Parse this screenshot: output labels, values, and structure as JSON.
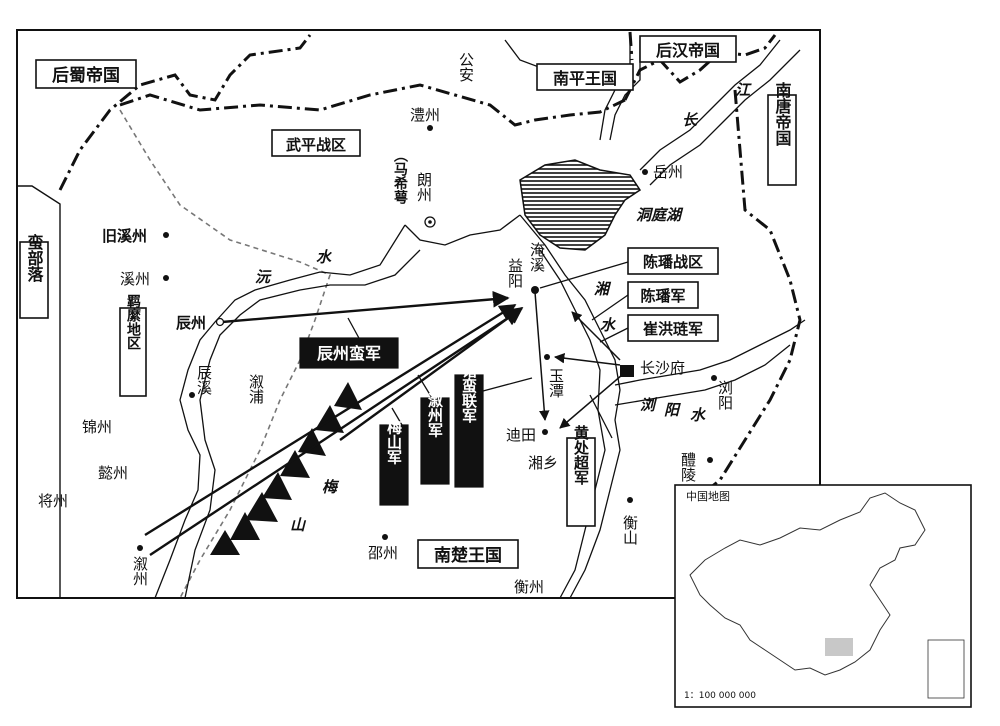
{
  "states": {
    "later_shu": "后蜀帝国",
    "nanping": "南平王国",
    "later_han": "后汉帝国",
    "southern_tang": "南唐帝国",
    "southern_chu": "南楚王国",
    "man_tribes": "蛮部落"
  },
  "regions": {
    "wuping": "武平战区",
    "jimi": "羁縻地区",
    "chenpan_zone": "陈璠战区"
  },
  "places": {
    "gongan": "公安",
    "lizhou": "澧州",
    "yuezhou": "岳州",
    "langzhou": "朗州",
    "ma_xi_tomb": "（马希萼",
    "yanxi": "淹溪",
    "yiyang": "益阳",
    "jiuxizhou": "旧溪州",
    "xizhou": "溪州",
    "chenzhou": "辰州",
    "chenxi": "辰溪",
    "xupu": "溆浦",
    "jinzhou": "锦州",
    "yizhou": "懿州",
    "jiangzhou": "将州",
    "xuzhou": "溆州",
    "shaozhou": "邵州",
    "hengzhou": "衡州",
    "yutan": "玉潭",
    "ditian": "迪田",
    "xiangxiang": "湘乡",
    "changsha": "长沙府",
    "liuyang": "浏阳",
    "liling": "醴陵",
    "hengshan": "衡山"
  },
  "water": {
    "dongting": "洞庭湖",
    "yuan": "沅",
    "shui": "水",
    "xiang": "湘",
    "chang": "长",
    "jiang": "江",
    "liu": "浏",
    "yang": "阳",
    "mei": "梅",
    "shan": "山"
  },
  "armies": {
    "chenpan": "陈璠军",
    "cuihonglian": "崔洪琏军",
    "huangchuchao": "黄处超军",
    "chenzhou_man": "辰州蛮军",
    "meishan": "梅山军",
    "xuzhou_army": "溆州军",
    "zhuman": "诸蛮联军"
  },
  "inset": {
    "title": "中国地图",
    "scale": "1：100 000 000"
  }
}
